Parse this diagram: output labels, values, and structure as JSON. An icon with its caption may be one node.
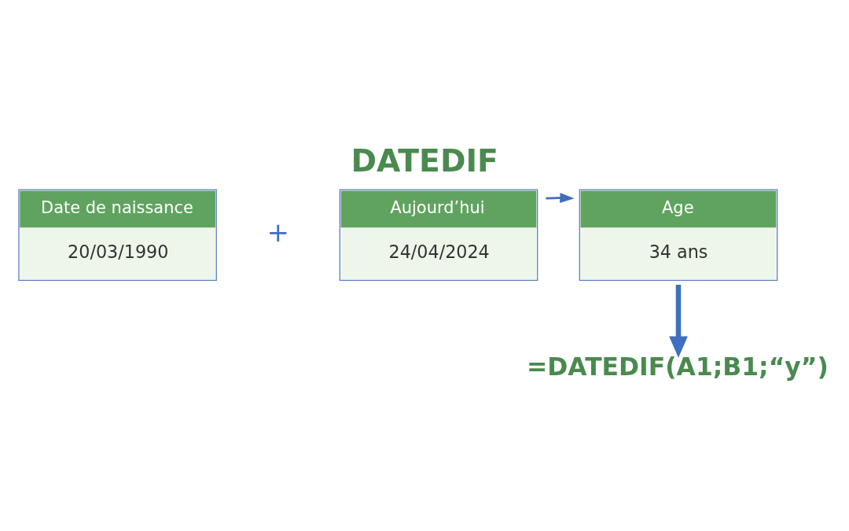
{
  "diagram": {
    "title": "DATEDIF",
    "nodes": [
      {
        "text": [
          "Date de naissance",
          "20/03/1990"
        ]
      },
      {
        "text": [
          "Aujourd’hui",
          "24/04/2024"
        ]
      },
      {
        "text": [
          "Age",
          "34 ans"
        ]
      },
      {
        "text": [
          "=DATEDIF(A1;B1;“y”)"
        ]
      }
    ],
    "edges": [
      {
        "from": 1,
        "to": 2,
        "arrow": "to"
      },
      {
        "from": 2,
        "to": 3,
        "arrow": "to",
        "style": "thick"
      }
    ],
    "labels": [
      "+"
    ]
  }
}
